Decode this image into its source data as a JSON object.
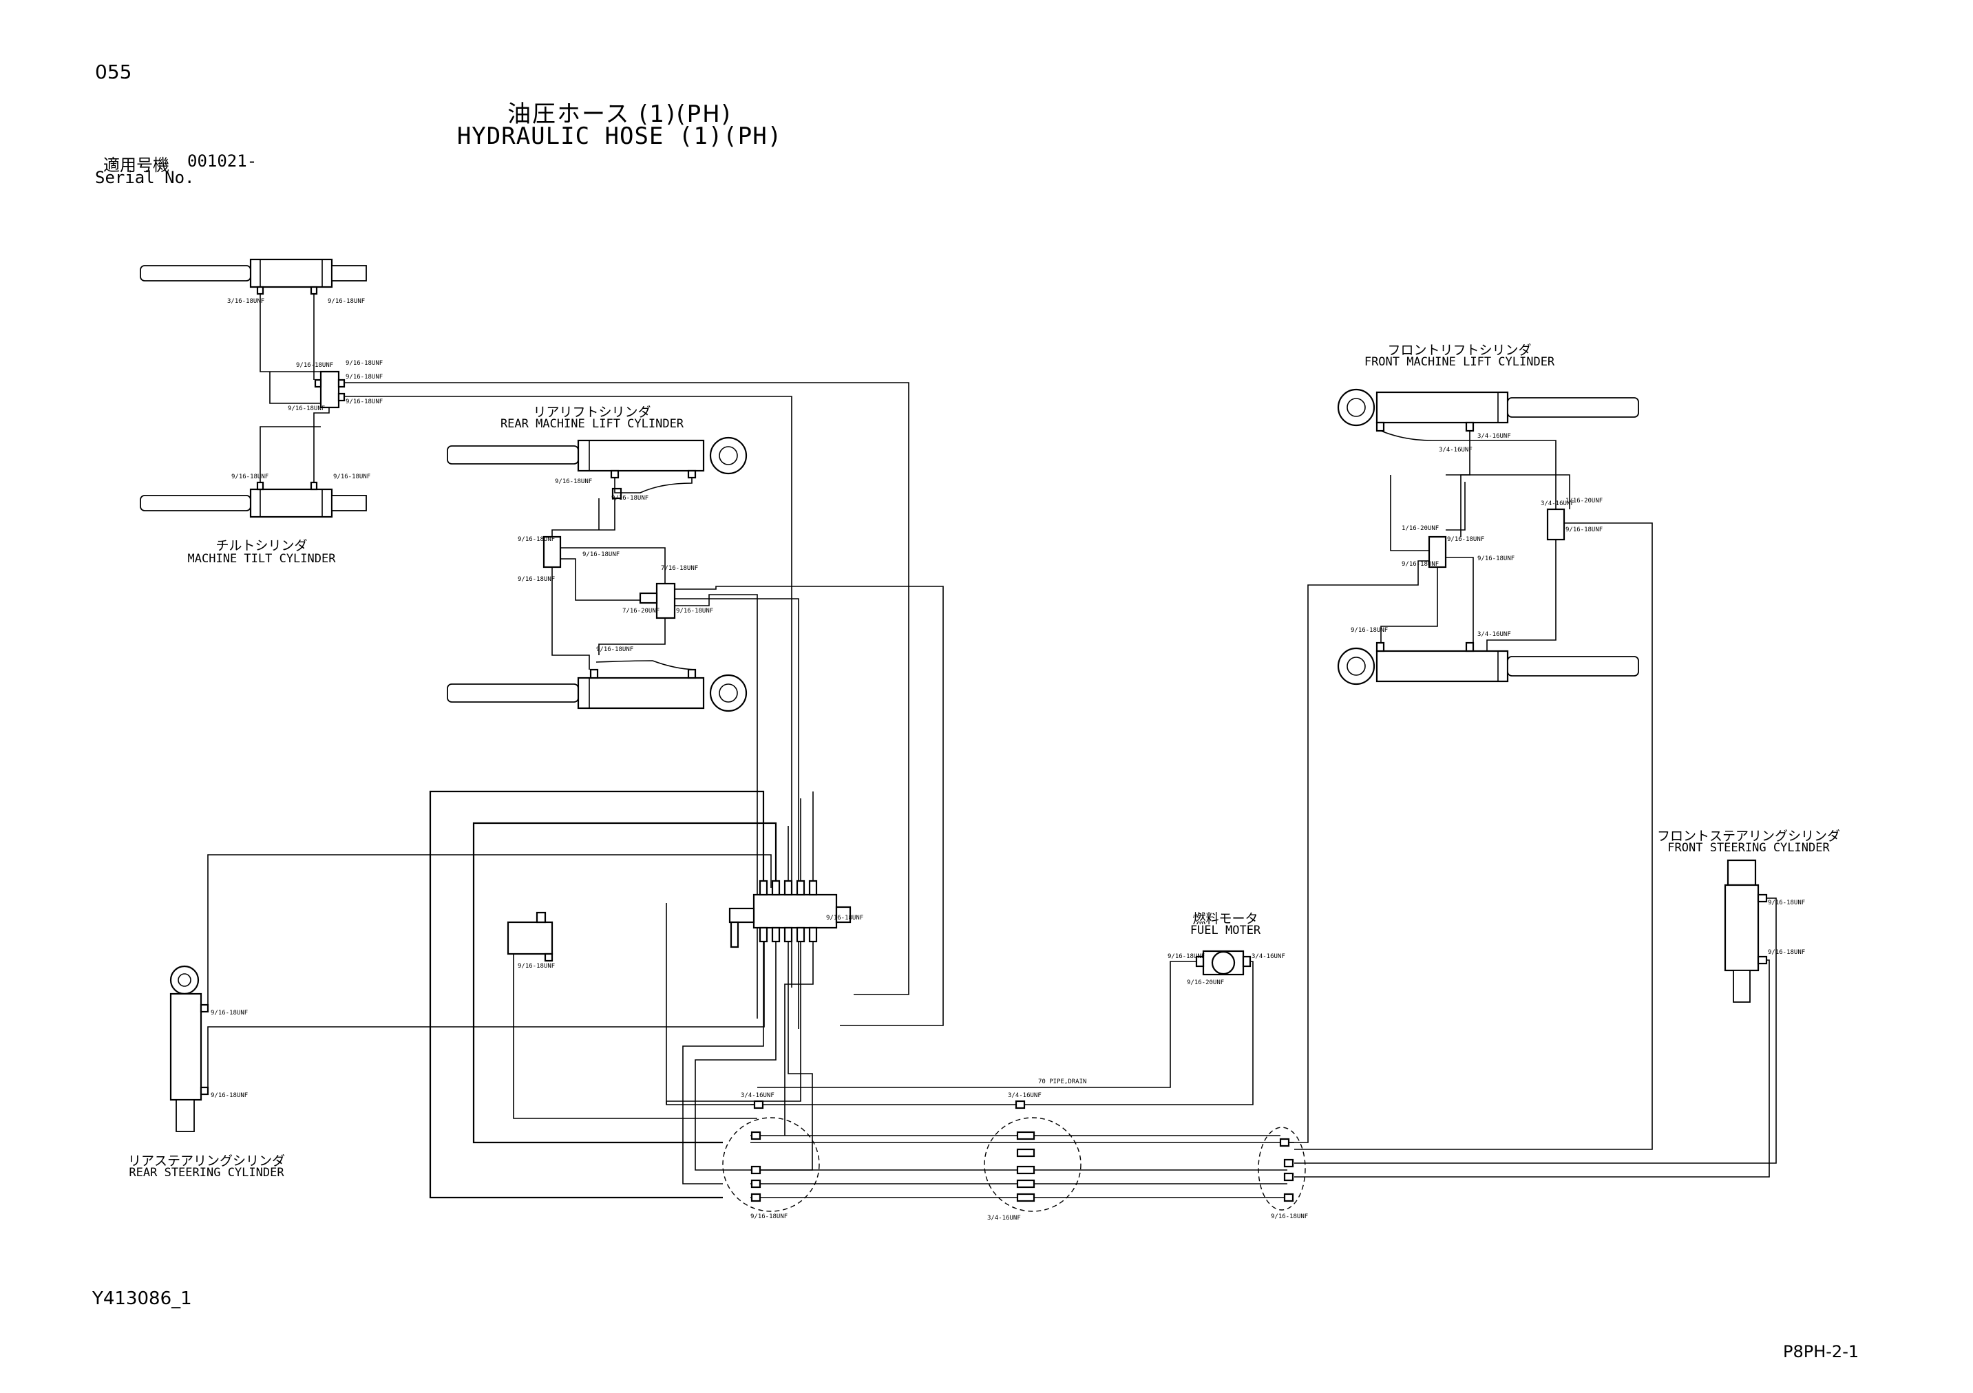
{
  "header": {
    "page_number": "055",
    "title_jp": "油圧ホース (1)(PH)",
    "title_en": "HYDRAULIC HOSE (1)(PH)",
    "serial_label_jp": "適用号機",
    "serial_value": "001021-",
    "serial_label_en": "Serial No."
  },
  "components": {
    "machine_tilt_cylinder": {
      "jp": "チルトシリンダ",
      "en": "MACHINE TILT CYLINDER"
    },
    "rear_lift_cylinder": {
      "jp": "リアリフトシリンダ",
      "en": "REAR MACHINE LIFT CYLINDER"
    },
    "front_lift_cylinder": {
      "jp": "フロントリフトシリンダ",
      "en": "FRONT MACHINE LIFT CYLINDER"
    },
    "front_steering_cylinder": {
      "jp": "フロントステアリングシリンダ",
      "en": "FRONT STEERING CYLINDER"
    },
    "rear_steering_cylinder": {
      "jp": "リアステアリングシリンダ",
      "en": "REAR STEERING CYLINDER"
    },
    "fuel_motor": {
      "jp": "燃料モータ",
      "en": "FUEL MOTER"
    }
  },
  "footer": {
    "document_id": "Y413086_1",
    "sheet_id": "P8PH-2-1"
  }
}
